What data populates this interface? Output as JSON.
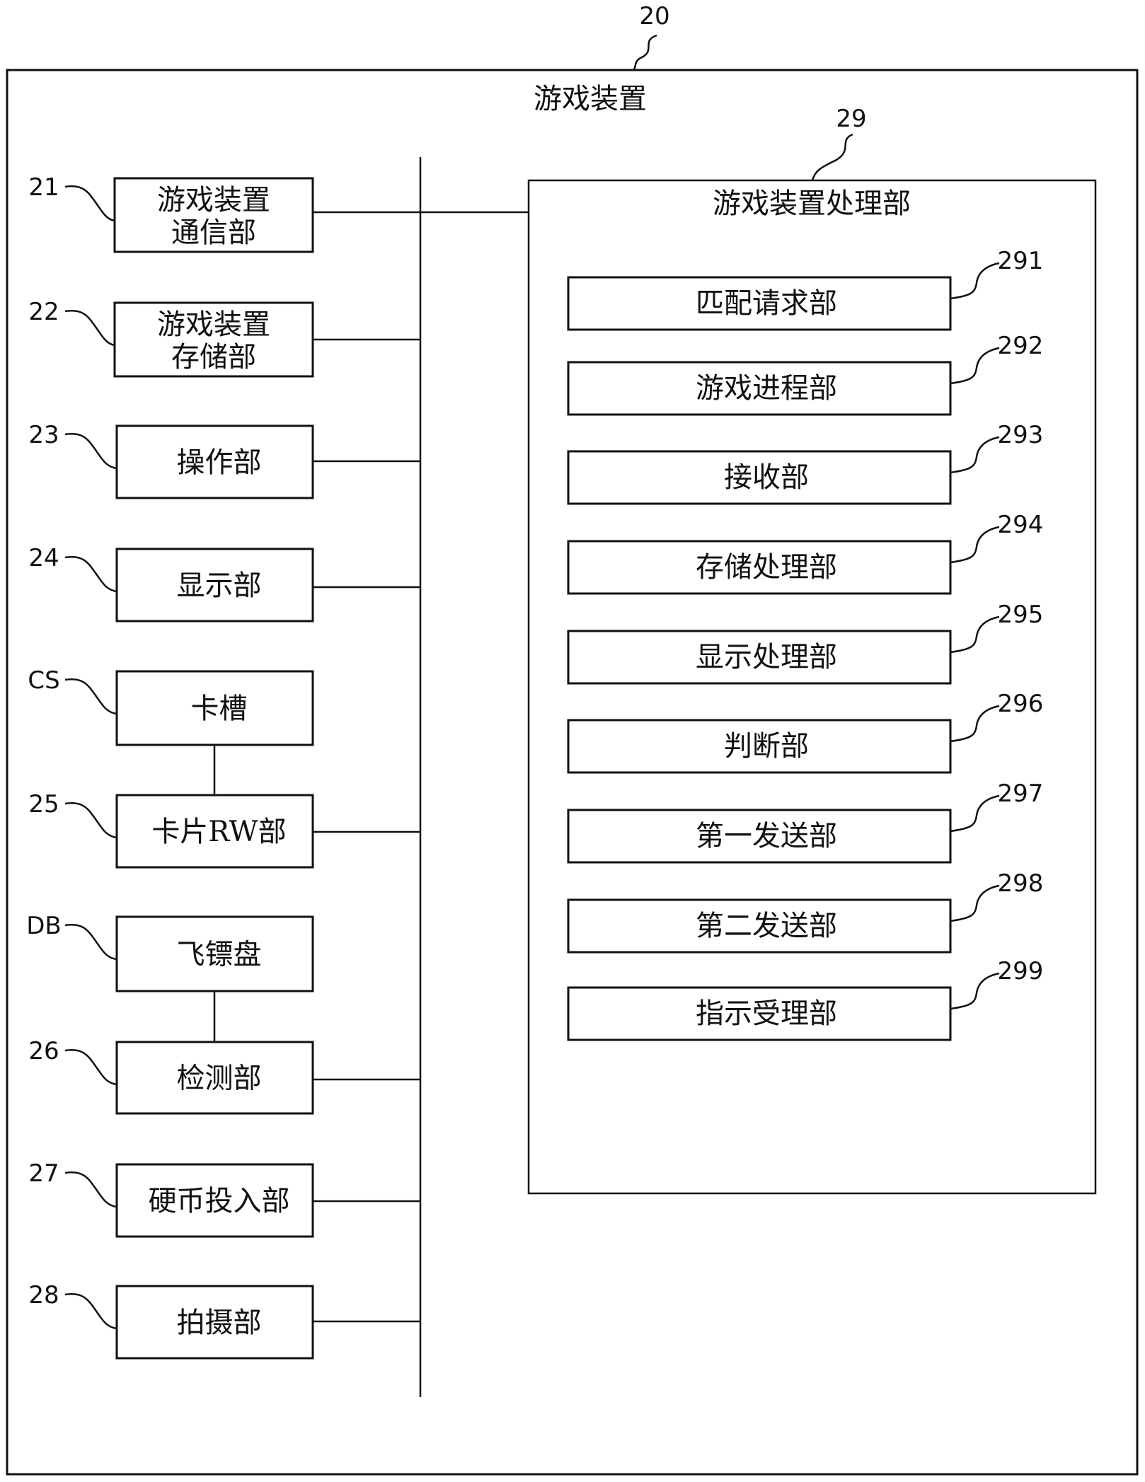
{
  "device": {
    "ref": "20",
    "title": "游戏装置"
  },
  "processor": {
    "ref": "29",
    "title": "游戏装置处理部"
  },
  "left_units": [
    {
      "ref": "21",
      "lines": [
        "游戏装置",
        "通信部"
      ]
    },
    {
      "ref": "22",
      "lines": [
        "游戏装置",
        "存储部"
      ]
    },
    {
      "ref": "23",
      "lines": [
        "操作部"
      ]
    },
    {
      "ref": "24",
      "lines": [
        "显示部"
      ]
    },
    {
      "ref": "CS",
      "lines": [
        "卡槽"
      ]
    },
    {
      "ref": "25",
      "lines": [
        "卡片RW部"
      ]
    },
    {
      "ref": "DB",
      "lines": [
        "飞镖盘"
      ]
    },
    {
      "ref": "26",
      "lines": [
        "检测部"
      ]
    },
    {
      "ref": "27",
      "lines": [
        "硬币投入部"
      ]
    },
    {
      "ref": "28",
      "lines": [
        "拍摄部"
      ]
    }
  ],
  "processor_units": [
    {
      "ref": "291",
      "label": "匹配请求部"
    },
    {
      "ref": "292",
      "label": "游戏进程部"
    },
    {
      "ref": "293",
      "label": "接收部"
    },
    {
      "ref": "294",
      "label": "存储处理部"
    },
    {
      "ref": "295",
      "label": "显示处理部"
    },
    {
      "ref": "296",
      "label": "判断部"
    },
    {
      "ref": "297",
      "label": "第一发送部"
    },
    {
      "ref": "298",
      "label": "第二发送部"
    },
    {
      "ref": "299",
      "label": "指示受理部"
    }
  ]
}
